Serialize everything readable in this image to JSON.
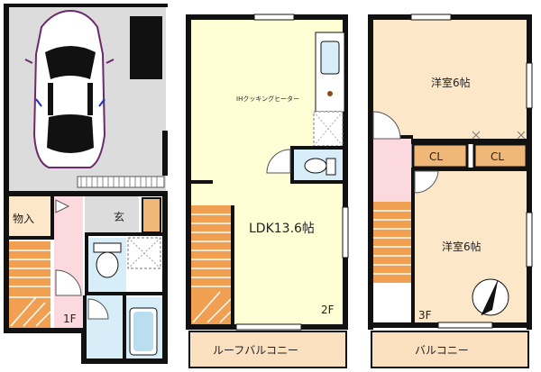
{
  "floor1": {
    "storage_label": "物入",
    "entrance_label": "玄",
    "floor_label": "1F"
  },
  "floor2": {
    "ih_heater_label": "IHクッキングヒーター",
    "ldk_label": "LDK13.6帖",
    "floor_label": "2F",
    "roof_balcony_label": "ルーフバルコニー"
  },
  "floor3": {
    "room_upper_label": "洋室6帖",
    "room_lower_label": "洋室6帖",
    "closet_left_label": "CL",
    "closet_right_label": "CL",
    "floor_label": "3F",
    "balcony_label": "バルコニー"
  },
  "colors": {
    "wall": "#111111",
    "ldk_floor": "#ffffd5",
    "bedroom_floor": "#fce8c8",
    "closet_fill": "#f0b878",
    "hall_pink": "#fbd9de",
    "bath_blue": "#d7eef8",
    "stair_orange": "#f0a050",
    "balcony_fill": "#fbe0c0",
    "parking_gray": "#dcdcdc",
    "car_outline": "#6b2a6b"
  },
  "icons": [
    "car-icon",
    "compass-icon",
    "toilet-icon",
    "bathtub-icon",
    "sink-icon",
    "stove-icon"
  ]
}
